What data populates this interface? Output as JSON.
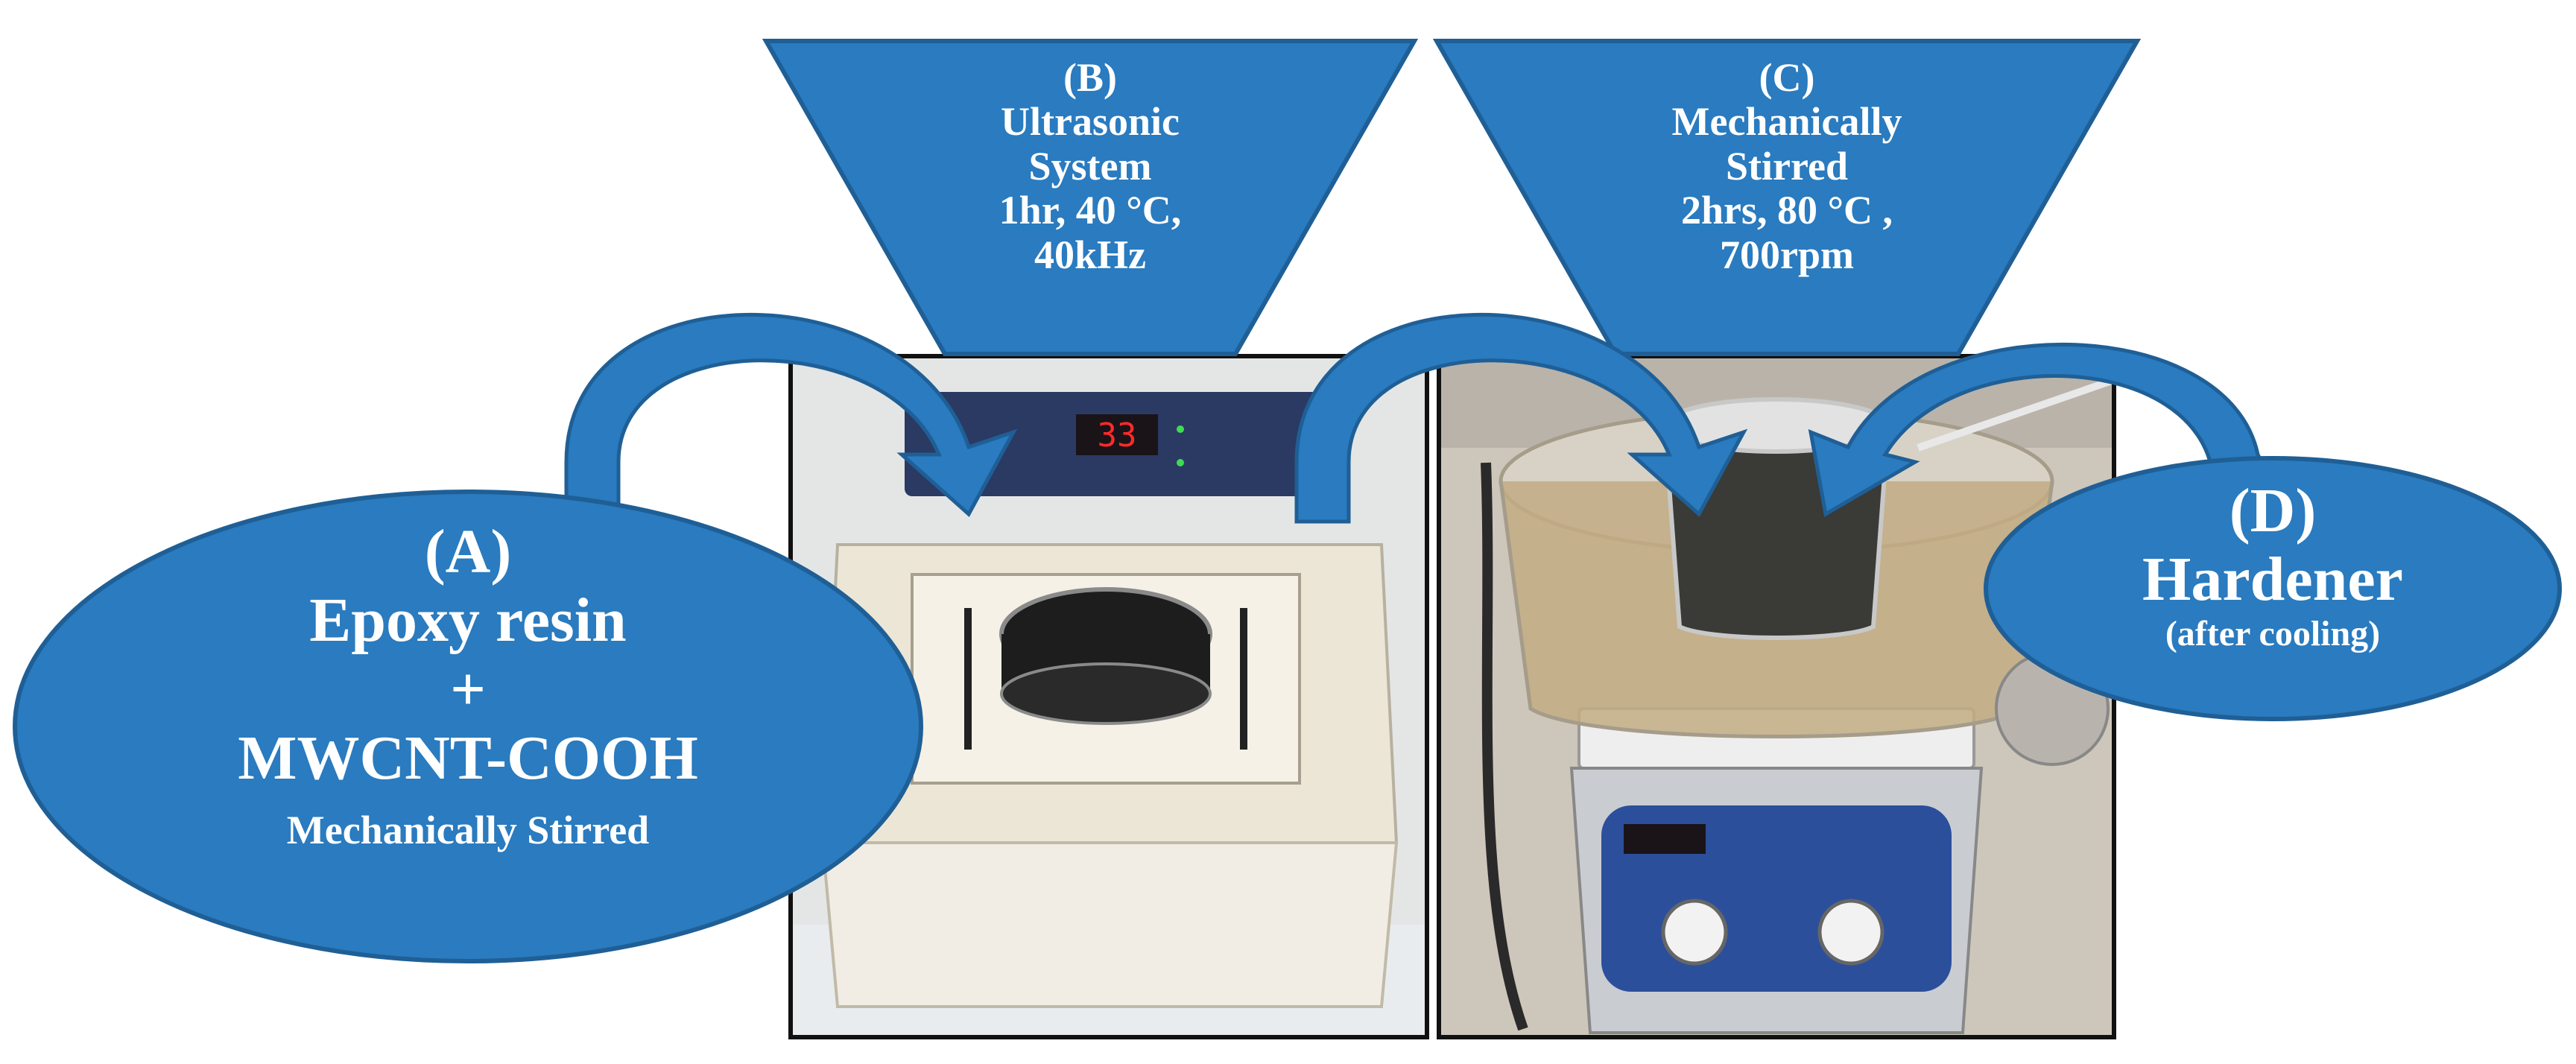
{
  "steps": {
    "a": {
      "letter": "(A)",
      "line1": "Epoxy resin",
      "plus": "+",
      "line2": "MWCNT-COOH",
      "note": "Mechanically Stirred"
    },
    "b": {
      "letter": "(B)",
      "line1": "Ultrasonic",
      "line2": "System",
      "line3": "1hr, 40 °C,",
      "line4": "40kHz"
    },
    "c": {
      "letter": "(C)",
      "line1": "Mechanically",
      "line2": "Stirred",
      "line3": "2hrs, 80 °C ,",
      "line4": "700rpm"
    },
    "d": {
      "letter": "(D)",
      "line1": "Hardener",
      "note": "(after cooling)"
    }
  },
  "equipment": {
    "ultrasonic_display": "33"
  },
  "colors": {
    "shape_fill": "#2a7bbf",
    "shape_stroke": "#1f5f96",
    "text": "#ffffff"
  }
}
